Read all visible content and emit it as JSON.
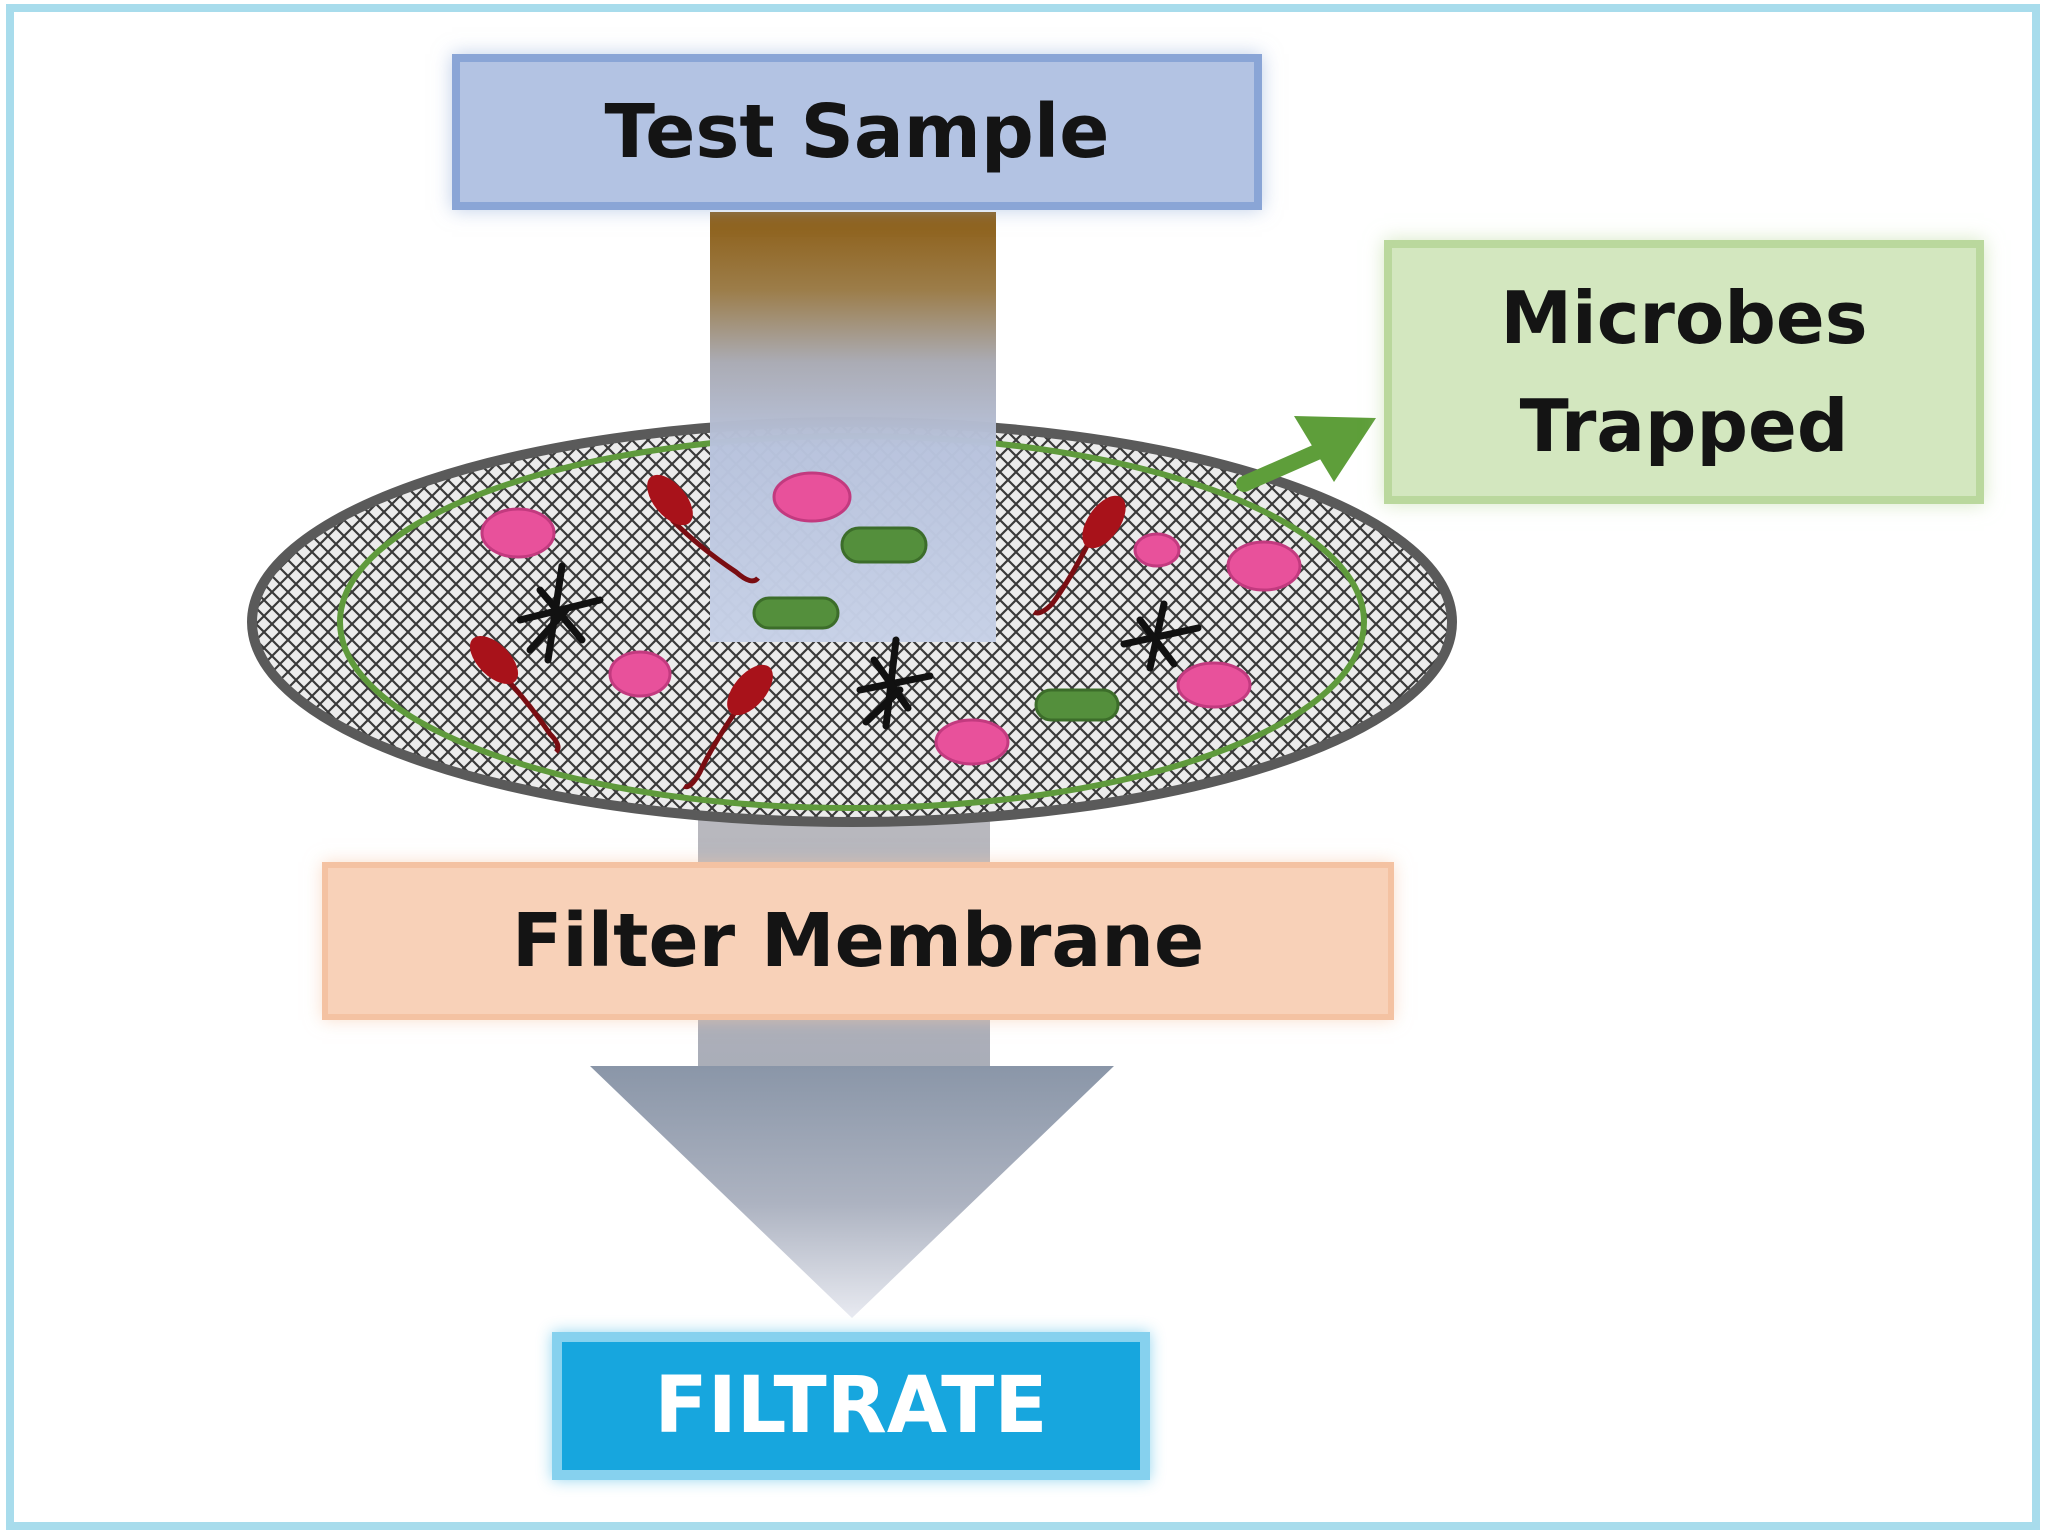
{
  "diagram": {
    "test_sample": "Test Sample",
    "microbes_trapped_line1": "Microbes",
    "microbes_trapped_line2": "Trapped",
    "filter_membrane": "Filter Membrane",
    "filtrate": "FILTRATE"
  },
  "colors": {
    "frame": "#a8dcec",
    "test_sample_fill": "#b3c3e3",
    "microbes_fill": "#d3e7bf",
    "filter_fill": "#f8d1b8",
    "filtrate_fill": "#17a6de",
    "arrow_green": "#5e9e3a",
    "pink_cell": "#e8519b",
    "green_rod": "#548f3c",
    "red_flagellate": "#a8121a"
  }
}
